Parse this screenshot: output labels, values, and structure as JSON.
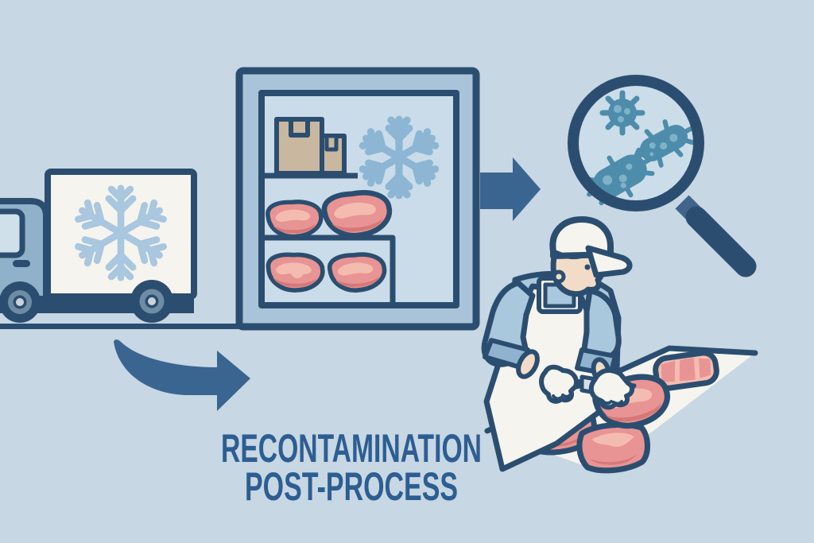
{
  "title": {
    "line1": "RECONTAMINATION",
    "line2": "POST-PROCESS"
  },
  "scene": {
    "icons": [
      "refrigerated-truck-icon",
      "snowflake-icon",
      "cold-storage-icon",
      "storage-boxes-icon",
      "meat-icon",
      "flow-arrow-icon",
      "curved-flow-arrow-icon",
      "magnifier-icon",
      "bacteria-icon",
      "worker-icon",
      "cap-icon",
      "apron-icon",
      "glove-icon",
      "knife-icon",
      "cutting-table",
      "meat-cut-icon"
    ]
  },
  "colors": {
    "background": "#c7d7e3",
    "ink": "#2b4e70",
    "arrow": "#3a6590",
    "truck_cab": "#8fb2ca",
    "panel": "#f6f4ef",
    "window": "#cfe0eb",
    "wheel_mid": "#6e8ca4",
    "wheel_hub": "#ccd3d8",
    "truck_snowflake": "#a9c7de",
    "fridge_body": "#a9c4d8",
    "fridge_interior": "#cadce9",
    "fridge_snowflake": "#8cb6d4",
    "box_tan": "#c9b7a0",
    "meat": "#e89494",
    "meat_light": "#f4bcb0",
    "meat_dark": "#d47878",
    "lens": "#cbdde9",
    "germ": "#4e8cab",
    "germ_spot": "#7fb2c9",
    "skin": "#f2dcc8",
    "shirt": "#a9c7dd",
    "shirt_dark": "#8fb3cf",
    "title": "#2d5e92",
    "handle_light": "#41658a",
    "blade": "#d9e0e6"
  }
}
